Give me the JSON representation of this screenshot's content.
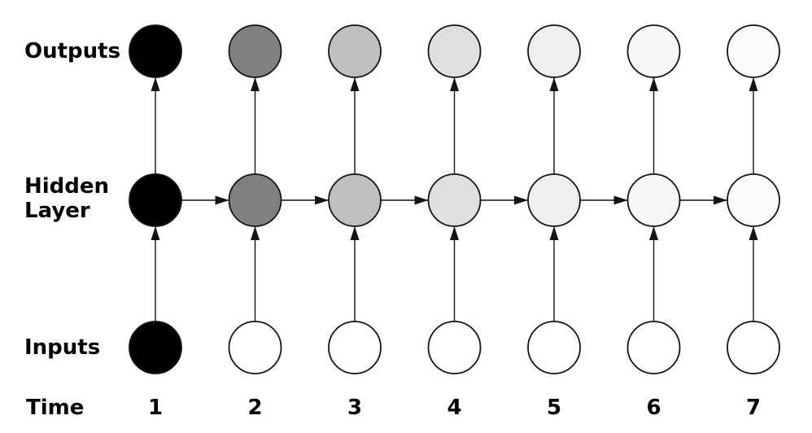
{
  "figure": {
    "type": "rnn-unrolled-over-time-diagram",
    "background": "#ffffff",
    "line_color": "#141414",
    "line_width": 1.4,
    "node_stroke_width": 1.8,
    "node_radius": 32,
    "row_labels": {
      "outputs": "Outputs",
      "hidden_line1": "Hidden",
      "hidden_line2": "Layer",
      "inputs": "Inputs",
      "time": "Time"
    },
    "time_steps": [
      "1",
      "2",
      "3",
      "4",
      "5",
      "6",
      "7"
    ],
    "columns_x": [
      191,
      313.5,
      436,
      558.5,
      681,
      803.5,
      926
    ],
    "rows_y": {
      "outputs": 63,
      "hidden": 246,
      "inputs": 427
    },
    "node_colors": {
      "outputs": [
        "#000000",
        "#808080",
        "#bfbfbf",
        "#dfdfdf",
        "#eeeeee",
        "#f7f7f7",
        "#fbfbfb"
      ],
      "hidden": [
        "#000000",
        "#808080",
        "#bfbfbf",
        "#dfdfdf",
        "#eeeeee",
        "#f7f7f7",
        "#fbfbfb"
      ],
      "inputs": [
        "#000000",
        "#ffffff",
        "#ffffff",
        "#ffffff",
        "#ffffff",
        "#ffffff",
        "#ffffff"
      ]
    },
    "connections": {
      "input_to_hidden_per_step": true,
      "hidden_to_output_per_step": true,
      "hidden_to_next_hidden": true
    }
  }
}
